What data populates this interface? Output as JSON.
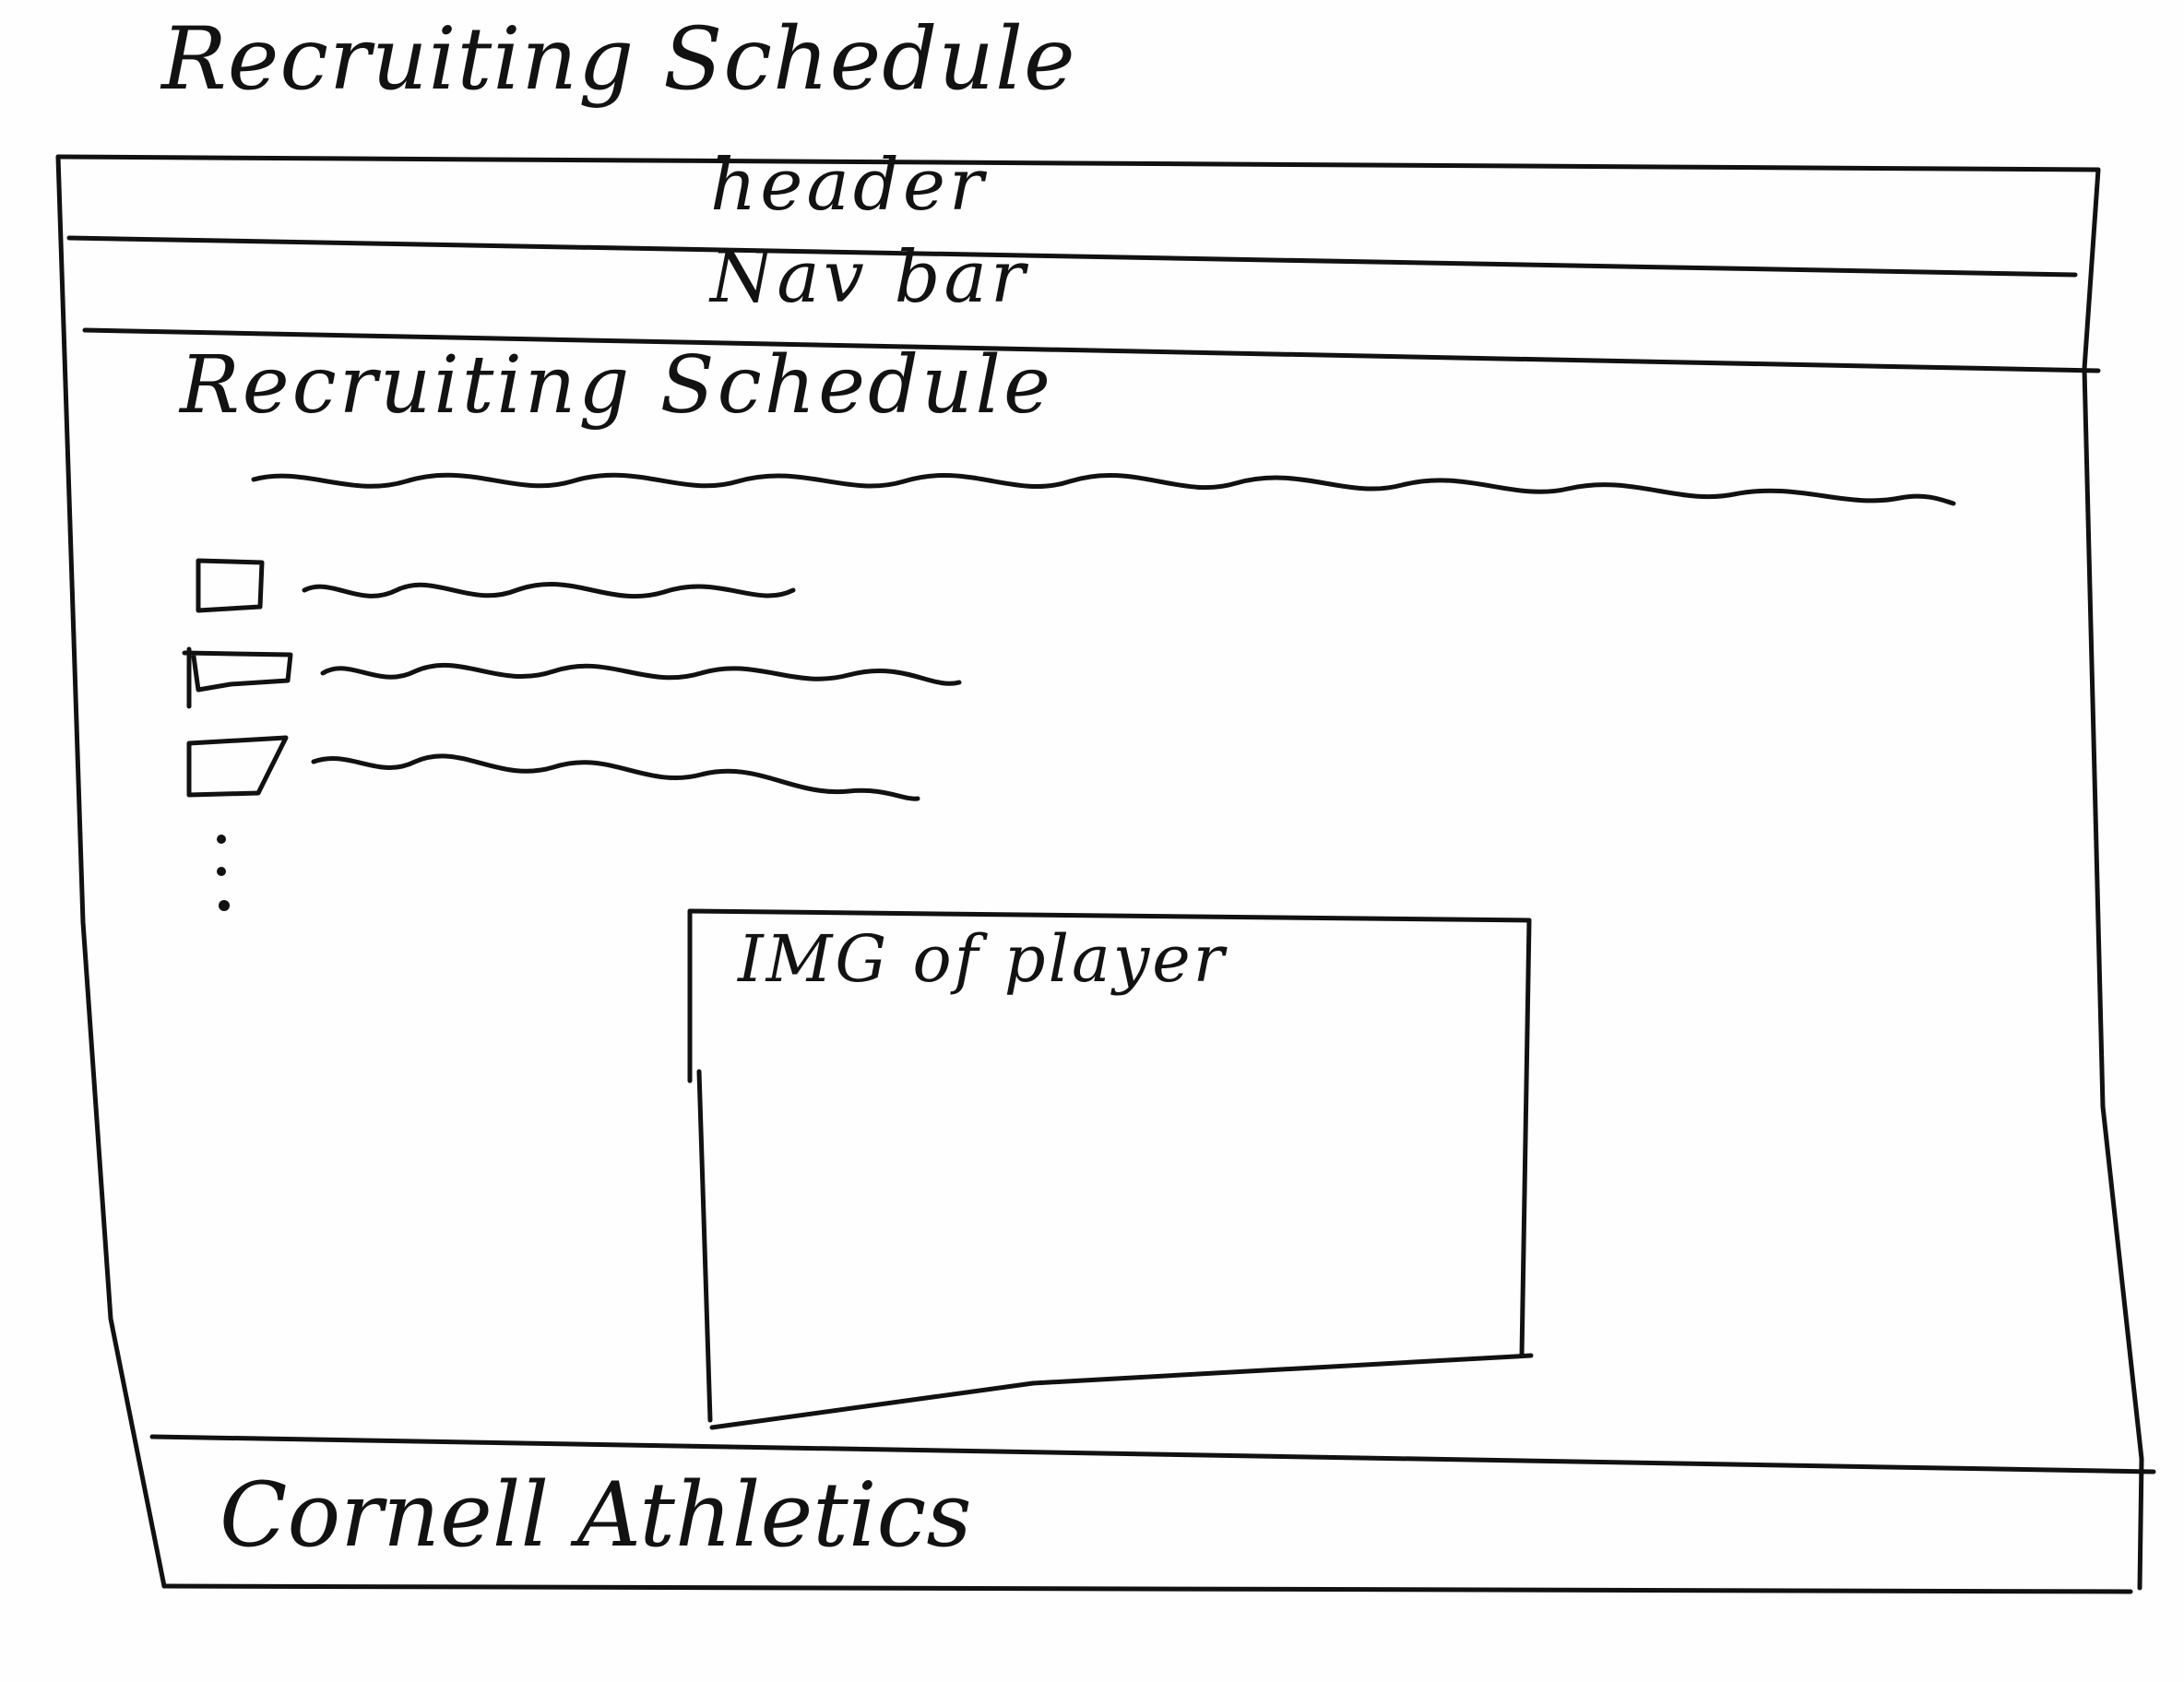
{
  "page_title": "Recruiting Schedule",
  "header": {
    "label": "header"
  },
  "nav": {
    "label": "Nav bar"
  },
  "main": {
    "section_title": "Recruiting Schedule",
    "schedule_items_visible": 3,
    "image_placeholder": {
      "label": "IMG of player"
    }
  },
  "footer": {
    "label": "Cornell Athletics"
  },
  "colors": {
    "ink": "#111111",
    "paper": "#fefefe"
  }
}
